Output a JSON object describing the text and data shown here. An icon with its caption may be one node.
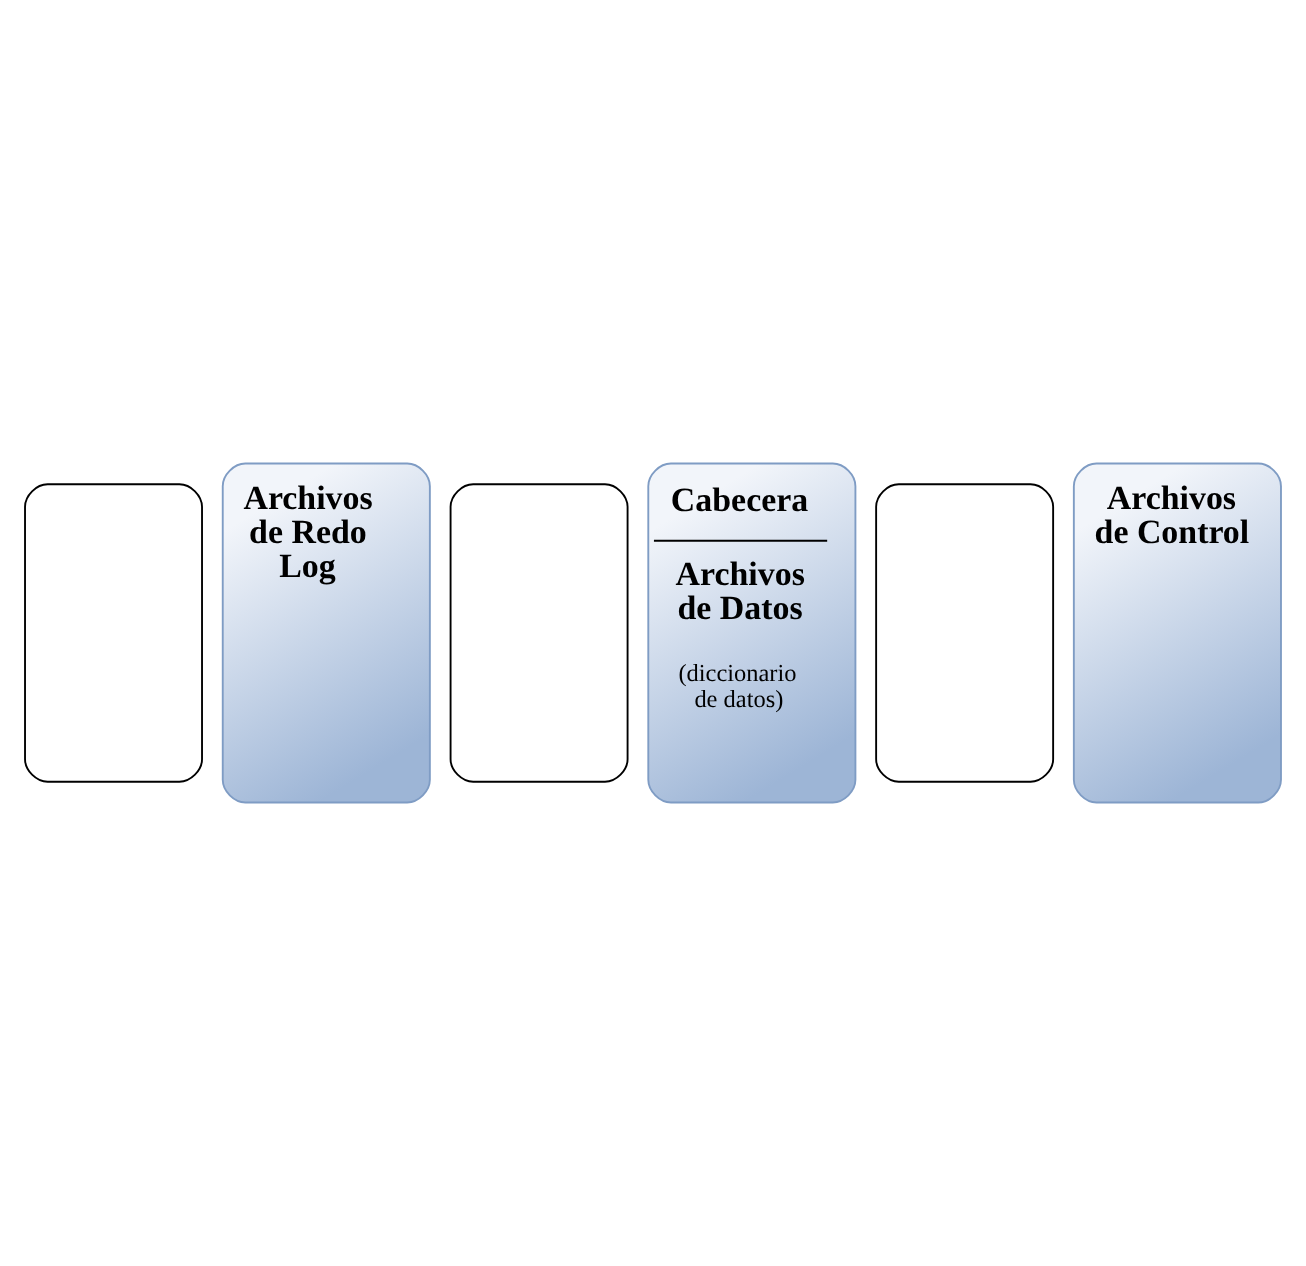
{
  "diagram": {
    "nodes": [
      {
        "text": [],
        "shape": "box"
      },
      {
        "text": [
          "Archivos de Redo Log"
        ]
      },
      {
        "text": [],
        "shape": "box"
      },
      {
        "text": [
          "Cabecera",
          "Archivos de Datos",
          "(diccionario de datos)"
        ]
      },
      {
        "text": [],
        "shape": "box"
      },
      {
        "text": [
          "Archivos de Control"
        ]
      }
    ]
  }
}
